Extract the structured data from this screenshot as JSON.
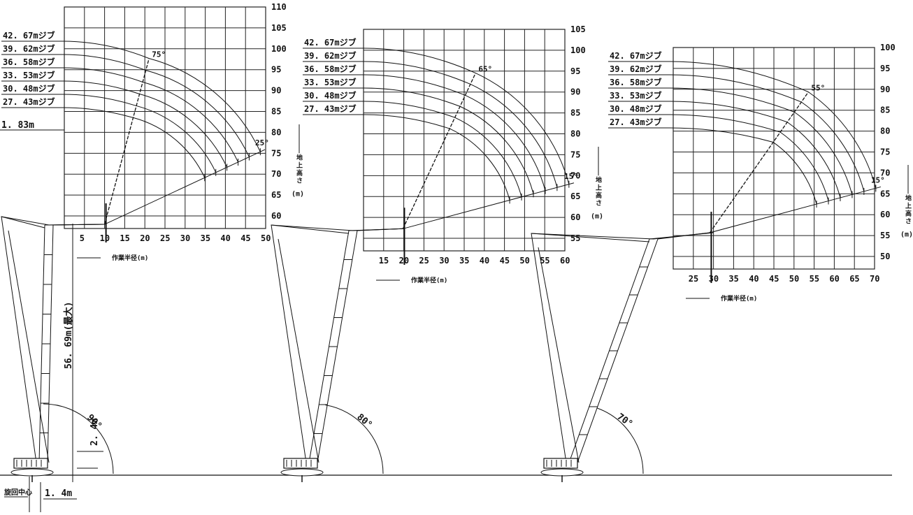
{
  "units": {
    "meter": "(m)"
  },
  "axis_labels": {
    "height": "地上高さ",
    "radius": "作業半径"
  },
  "common": {
    "dim_tip": "1. 83m",
    "dim_boom": "56. 69m(最大)",
    "dim_base": "2. 4m",
    "dim_pivot": "1. 4m",
    "pivot_label": "旋回中心"
  },
  "chart_data": [
    {
      "type": "diagram",
      "boom_angle": "90°",
      "jib_tip_angle_max": "75°",
      "jib_tip_angle_min": "25°",
      "xticks": [
        "5",
        "10",
        "15",
        "20",
        "25",
        "30",
        "35",
        "40",
        "45",
        "50"
      ],
      "yticks": [
        "60",
        "65",
        "70",
        "75",
        "80",
        "85",
        "90",
        "95",
        "100",
        "105",
        "110"
      ],
      "xlim": [
        0,
        50
      ],
      "ylim": [
        57,
        110
      ],
      "jib_lengths": [
        "42. 67mジブ",
        "39. 62mジブ",
        "36. 58mジブ",
        "33. 53mジブ",
        "30. 48mジブ",
        "27. 43mジブ"
      ],
      "jib_radius_values": [
        42.67,
        39.62,
        36.58,
        33.53,
        30.48,
        27.43
      ],
      "jib_root": [
        10,
        58
      ],
      "boom_angle_value": 90,
      "tip_max_value": 75,
      "tip_min_value": 25
    },
    {
      "type": "diagram",
      "boom_angle": "80°",
      "jib_tip_angle_max": "65°",
      "jib_tip_angle_min": "15°",
      "xticks": [
        "15",
        "20",
        "25",
        "30",
        "35",
        "40",
        "45",
        "50",
        "55",
        "60"
      ],
      "yticks": [
        "55",
        "60",
        "65",
        "70",
        "75",
        "80",
        "85",
        "90",
        "95",
        "100",
        "105"
      ],
      "xlim": [
        10,
        60
      ],
      "ylim": [
        52,
        105
      ],
      "jib_lengths": [
        "42. 67mジブ",
        "39. 62mジブ",
        "36. 58mジブ",
        "33. 53mジブ",
        "30. 48mジブ",
        "27. 43mジブ"
      ],
      "jib_radius_values": [
        42.67,
        39.62,
        36.58,
        33.53,
        30.48,
        27.43
      ],
      "jib_root": [
        19.8,
        57.3
      ],
      "boom_angle_value": 80,
      "tip_max_value": 65,
      "tip_min_value": 15
    },
    {
      "type": "diagram",
      "boom_angle": "70°",
      "jib_tip_angle_max": "55°",
      "jib_tip_angle_min": "15°",
      "xticks": [
        "25",
        "30",
        "35",
        "40",
        "45",
        "50",
        "55",
        "60",
        "65",
        "70"
      ],
      "yticks": [
        "50",
        "55",
        "60",
        "65",
        "70",
        "75",
        "80",
        "85",
        "90",
        "95",
        "100"
      ],
      "xlim": [
        20,
        70
      ],
      "ylim": [
        47,
        100
      ],
      "jib_lengths": [
        "42. 67mジブ",
        "39. 62mジブ",
        "36. 58mジブ",
        "33. 53mジブ",
        "30. 48mジブ",
        "27. 43mジブ"
      ],
      "jib_radius_values": [
        42.67,
        39.62,
        36.58,
        33.53,
        30.48,
        27.43
      ],
      "jib_root": [
        29.1,
        55.7
      ],
      "boom_angle_value": 70,
      "tip_max_value": 55,
      "tip_min_value": 15
    }
  ]
}
